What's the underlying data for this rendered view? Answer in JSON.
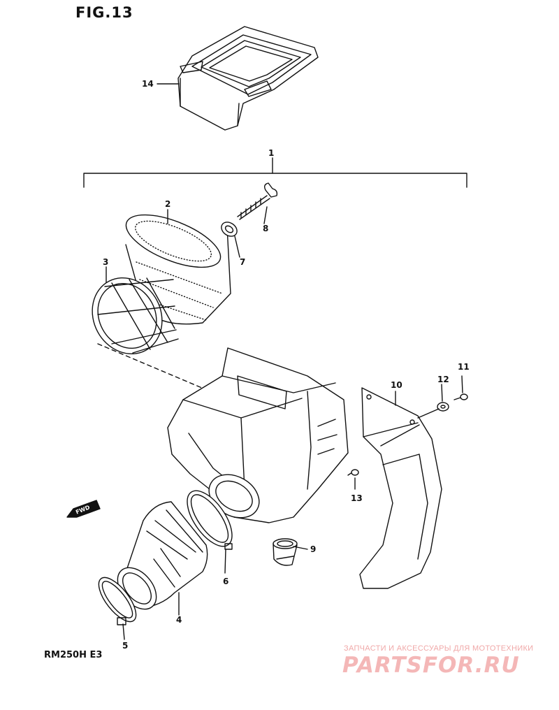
{
  "figure": {
    "title": "FIG.13",
    "model": "RM250H E3",
    "direction_label": "FWD"
  },
  "assembly_label": "1",
  "parts": [
    {
      "id": "part-14",
      "number": "14"
    },
    {
      "id": "part-2",
      "number": "2"
    },
    {
      "id": "part-8",
      "number": "8"
    },
    {
      "id": "part-7",
      "number": "7"
    },
    {
      "id": "part-3",
      "number": "3"
    },
    {
      "id": "part-10",
      "number": "10"
    },
    {
      "id": "part-12",
      "number": "12"
    },
    {
      "id": "part-11",
      "number": "11"
    },
    {
      "id": "part-13",
      "number": "13"
    },
    {
      "id": "part-9",
      "number": "9"
    },
    {
      "id": "part-6",
      "number": "6"
    },
    {
      "id": "part-4",
      "number": "4"
    },
    {
      "id": "part-5",
      "number": "5"
    }
  ],
  "watermark": {
    "tagline": "ЗАПЧАСТИ И АКСЕССУАРЫ ДЛЯ МОТОТЕХНИКИ",
    "brand": "PARTSFOR.RU",
    "color": "#f4b7b7"
  }
}
